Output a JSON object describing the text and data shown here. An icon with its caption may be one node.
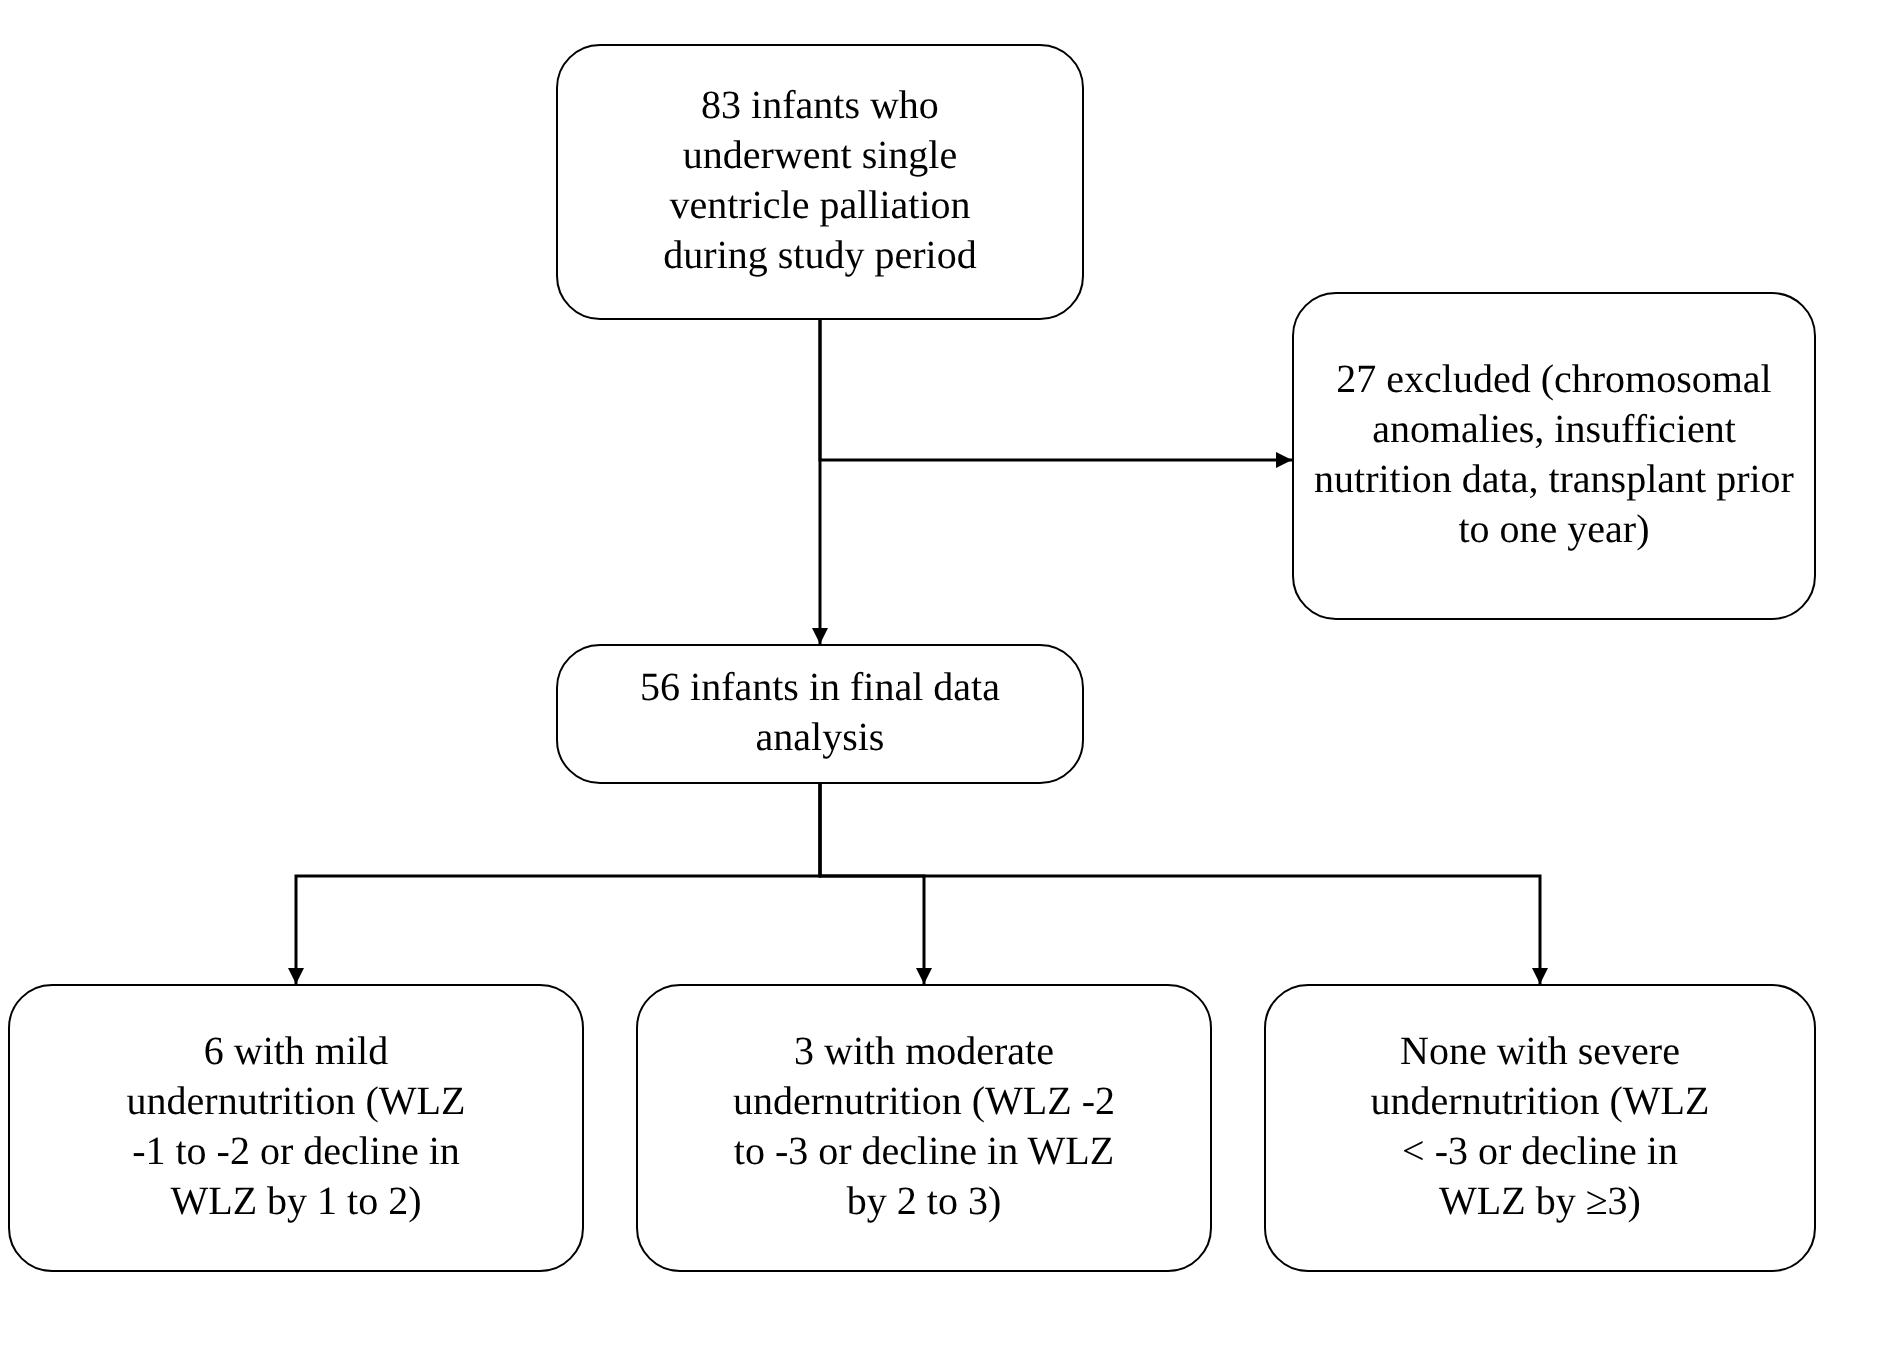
{
  "diagram": {
    "nodes": [
      {
        "text": [
          "83 infants who underwent single ventricle palliation during study period"
        ]
      },
      {
        "text": [
          "27 excluded (chromosomal anomalies, insufficient nutrition data, transplant prior to one year)"
        ]
      },
      {
        "text": [
          "56 infants in final data analysis"
        ]
      },
      {
        "text": [
          "6 with mild undernutrition (WLZ -1 to -2 or decline in WLZ by 1 to 2)"
        ]
      },
      {
        "text": [
          "3 with moderate undernutrition (WLZ -2 to -3 or decline in WLZ by 2 to 3)"
        ]
      },
      {
        "text": [
          "None with severe undernutrition (WLZ < -3 or decline in WLZ by ≥3)"
        ]
      }
    ],
    "edges": [
      {
        "from": 0,
        "to": 2,
        "arrow": "to"
      },
      {
        "from": 0,
        "to": 1,
        "arrow": "to"
      },
      {
        "from": 2,
        "to": 3,
        "arrow": "to"
      },
      {
        "from": 2,
        "to": 4,
        "arrow": "to"
      },
      {
        "from": 2,
        "to": 5,
        "arrow": "to"
      }
    ]
  }
}
